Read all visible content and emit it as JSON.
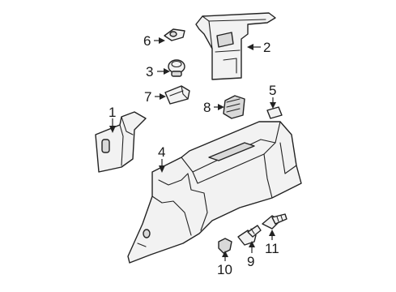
{
  "diagram": {
    "callouts": [
      {
        "id": "1",
        "label": "1"
      },
      {
        "id": "2",
        "label": "2"
      },
      {
        "id": "3",
        "label": "3"
      },
      {
        "id": "4",
        "label": "4"
      },
      {
        "id": "5",
        "label": "5"
      },
      {
        "id": "6",
        "label": "6"
      },
      {
        "id": "7",
        "label": "7"
      },
      {
        "id": "8",
        "label": "8"
      },
      {
        "id": "9",
        "label": "9"
      },
      {
        "id": "10",
        "label": "10"
      },
      {
        "id": "11",
        "label": "11"
      }
    ],
    "line_color": "#222222",
    "background": "#ffffff"
  }
}
